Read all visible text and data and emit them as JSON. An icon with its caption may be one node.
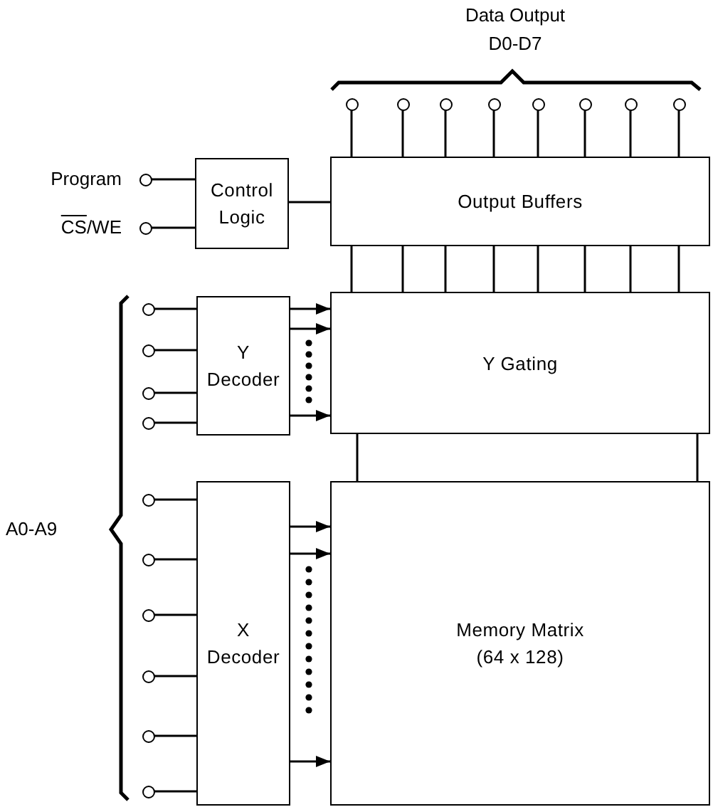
{
  "diagram": {
    "nodes": [
      {
        "text": [],
        "shape": "circle"
      },
      {
        "text": [],
        "shape": "circle"
      },
      {
        "text": [],
        "shape": "circle"
      },
      {
        "text": [],
        "shape": "circle"
      },
      {
        "text": [],
        "shape": "circle"
      },
      {
        "text": [],
        "shape": "circle"
      },
      {
        "text": [],
        "shape": "circle"
      },
      {
        "text": [],
        "shape": "circle"
      },
      {
        "text": [],
        "shape": "circle",
        "beside": [
          "Program"
        ]
      },
      {
        "text": [],
        "shape": "circle",
        "beside": [
          "CS/WE"
        ]
      },
      {
        "text": [
          "Control Logic"
        ]
      },
      {
        "text": [
          "Output Buffers"
        ]
      },
      {
        "text": [],
        "shape": "circle"
      },
      {
        "text": [],
        "shape": "circle"
      },
      {
        "text": [],
        "shape": "circle"
      },
      {
        "text": [],
        "shape": "circle"
      },
      {
        "text": [
          "Y Decoder"
        ]
      },
      {
        "text": [
          "Y Gating"
        ]
      },
      {
        "text": [],
        "shape": "circle"
      },
      {
        "text": [],
        "shape": "circle"
      },
      {
        "text": [],
        "shape": "circle"
      },
      {
        "text": [],
        "shape": "circle"
      },
      {
        "text": [],
        "shape": "circle"
      },
      {
        "text": [],
        "shape": "circle"
      },
      {
        "text": [
          "X Decoder"
        ]
      },
      {
        "text": [
          "Memory Matrix",
          "(64 x 128)"
        ]
      }
    ],
    "edges": [
      {
        "from": 11,
        "to": 0,
        "arrow": "none"
      },
      {
        "from": 11,
        "to": 1,
        "arrow": "none"
      },
      {
        "from": 11,
        "to": 2,
        "arrow": "none"
      },
      {
        "from": 11,
        "to": 3,
        "arrow": "none"
      },
      {
        "from": 11,
        "to": 4,
        "arrow": "none"
      },
      {
        "from": 11,
        "to": 5,
        "arrow": "none"
      },
      {
        "from": 11,
        "to": 6,
        "arrow": "none"
      },
      {
        "from": 11,
        "to": 7,
        "arrow": "none"
      },
      {
        "from": 8,
        "to": 10,
        "arrow": "none"
      },
      {
        "from": 9,
        "to": 10,
        "arrow": "none"
      },
      {
        "from": 10,
        "to": 11,
        "arrow": "none"
      },
      {
        "from": 11,
        "to": 17,
        "arrow": "none"
      },
      {
        "from": 11,
        "to": 17,
        "arrow": "none"
      },
      {
        "from": 11,
        "to": 17,
        "arrow": "none"
      },
      {
        "from": 11,
        "to": 17,
        "arrow": "none"
      },
      {
        "from": 11,
        "to": 17,
        "arrow": "none"
      },
      {
        "from": 11,
        "to": 17,
        "arrow": "none"
      },
      {
        "from": 11,
        "to": 17,
        "arrow": "none"
      },
      {
        "from": 11,
        "to": 17,
        "arrow": "none"
      },
      {
        "from": 12,
        "to": 16,
        "arrow": "none"
      },
      {
        "from": 13,
        "to": 16,
        "arrow": "none"
      },
      {
        "from": 14,
        "to": 16,
        "arrow": "none"
      },
      {
        "from": 15,
        "to": 16,
        "arrow": "none"
      },
      {
        "from": 16,
        "to": 17,
        "arrow": "to"
      },
      {
        "from": 16,
        "to": 17,
        "arrow": "to"
      },
      {
        "from": 16,
        "to": 17,
        "arrow": "to"
      },
      {
        "from": 17,
        "to": 25,
        "arrow": "none"
      },
      {
        "from": 17,
        "to": 25,
        "arrow": "none"
      },
      {
        "from": 18,
        "to": 24,
        "arrow": "none"
      },
      {
        "from": 19,
        "to": 24,
        "arrow": "none"
      },
      {
        "from": 20,
        "to": 24,
        "arrow": "none"
      },
      {
        "from": 21,
        "to": 24,
        "arrow": "none"
      },
      {
        "from": 22,
        "to": 24,
        "arrow": "none"
      },
      {
        "from": 23,
        "to": 24,
        "arrow": "none"
      },
      {
        "from": 24,
        "to": 25,
        "arrow": "to"
      },
      {
        "from": 24,
        "to": 25,
        "arrow": "to"
      },
      {
        "from": 24,
        "to": 25,
        "arrow": "to"
      }
    ],
    "labels": [
      "Data Output",
      "D0-D7",
      "A0-A9"
    ]
  }
}
